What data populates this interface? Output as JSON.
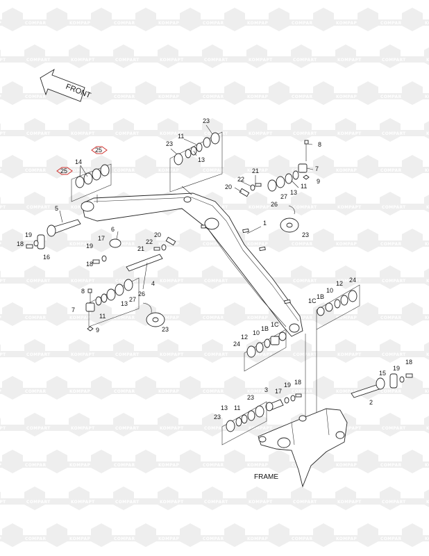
{
  "watermark": {
    "brand_left": "KOMPAPT",
    "brand_right": "COMPART",
    "hex_color": "#eeeeee",
    "text_color": "#ffffff"
  },
  "direction_label": "FRONT",
  "frame_label": "FRAME",
  "highlight_color": "#d0312d",
  "callouts": {
    "c25a": "25",
    "c25b": "25",
    "c14": "14",
    "c23a": "23",
    "c11a": "11",
    "c23b": "23",
    "c13a": "13",
    "c8a": "8",
    "c7a": "7",
    "c9a": "9",
    "c21a": "21",
    "c22a": "22",
    "c20a": "20",
    "c13b": "13",
    "c11b": "11",
    "c27a": "27",
    "c26a": "26",
    "c23c": "23",
    "c1": "1",
    "c5": "5",
    "c6": "6",
    "c17a": "17",
    "c19a": "19",
    "c18a": "18",
    "c16": "16",
    "c20b": "20",
    "c22b": "22",
    "c21b": "21",
    "c19b": "19",
    "c18b": "18",
    "c4": "4",
    "c8b": "8",
    "c7b": "7",
    "c11c": "11",
    "c13c": "13",
    "c9b": "9",
    "c26b": "26",
    "c27b": "27",
    "c23d": "23",
    "c24a": "24",
    "c12a": "12",
    "c10a": "10",
    "c1Ba": "1B",
    "c1Ca": "1C",
    "c24b": "24",
    "c12b": "12",
    "c10b": "10",
    "c1Bb": "1B",
    "c1Cb": "1C",
    "c15": "15",
    "c19c": "19",
    "c18c": "18",
    "c2": "2",
    "c3": "3",
    "c17b": "17",
    "c19d": "19",
    "c18d": "18",
    "c13d": "13",
    "c11d": "11",
    "c23e": "23",
    "c23f": "23"
  }
}
